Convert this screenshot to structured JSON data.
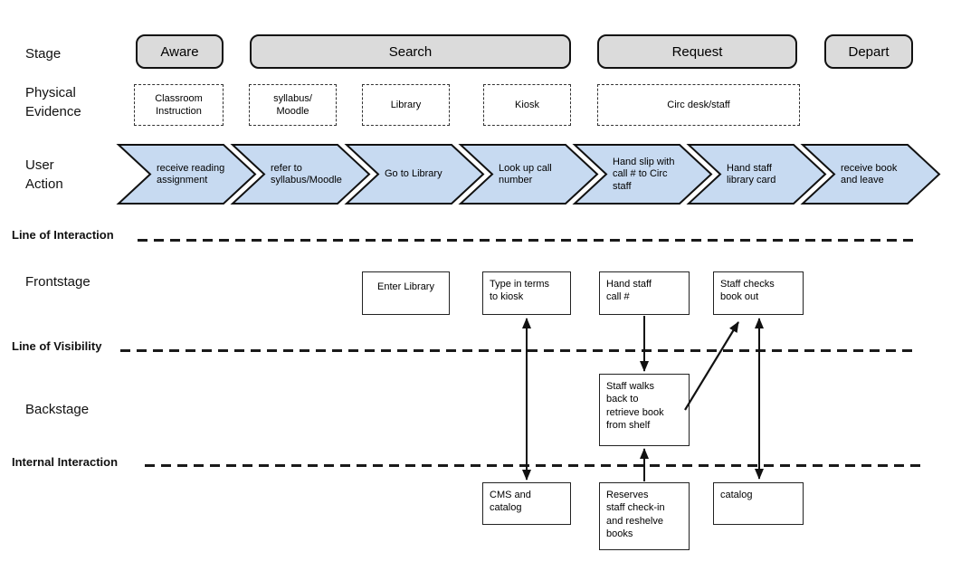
{
  "diagram": {
    "row_labels": {
      "stage": "Stage",
      "physical_evidence": "Physical Evidence",
      "user_action": "User Action",
      "frontstage": "Frontstage",
      "backstage": "Backstage"
    },
    "separators": {
      "line_of_interaction": "Line of Interaction",
      "line_of_visibility": "Line of Visibility",
      "internal_interaction": "Internal Interaction"
    },
    "stages": [
      {
        "label": "Aware"
      },
      {
        "label": "Search"
      },
      {
        "label": "Request"
      },
      {
        "label": "Depart"
      }
    ],
    "physical_evidence": [
      {
        "label": "Classroom\nInstruction"
      },
      {
        "label": "syllabus/\nMoodle"
      },
      {
        "label": "Library"
      },
      {
        "label": "Kiosk"
      },
      {
        "label": "Circ desk/staff"
      }
    ],
    "user_actions": [
      {
        "label": "receive reading\nassignment"
      },
      {
        "label": "refer to\nsyllabus/Moodle"
      },
      {
        "label": "Go to Library"
      },
      {
        "label": "Look up call\nnumber"
      },
      {
        "label": "Hand slip with\ncall # to Circ\nstaff"
      },
      {
        "label": "Hand staff\nlibrary card"
      },
      {
        "label": "receive book\nand leave"
      }
    ],
    "frontstage_actions": [
      {
        "label": "Enter Library"
      },
      {
        "label": "Type in terms\nto kiosk"
      },
      {
        "label": "Hand staff\ncall #"
      },
      {
        "label": "Staff checks\nbook out"
      }
    ],
    "backstage_actions": [
      {
        "label": "Staff walks\nback to\nretrieve book\nfrom shelf"
      }
    ],
    "support_systems": [
      {
        "label": "CMS and\ncatalog"
      },
      {
        "label": "Reserves\nstaff check-in\nand reshelve\nbooks"
      },
      {
        "label": "catalog"
      }
    ],
    "colors": {
      "chevron_fill": "#C7DAF1",
      "stage_fill": "#DBDBDB",
      "line_color": "#111111"
    }
  }
}
